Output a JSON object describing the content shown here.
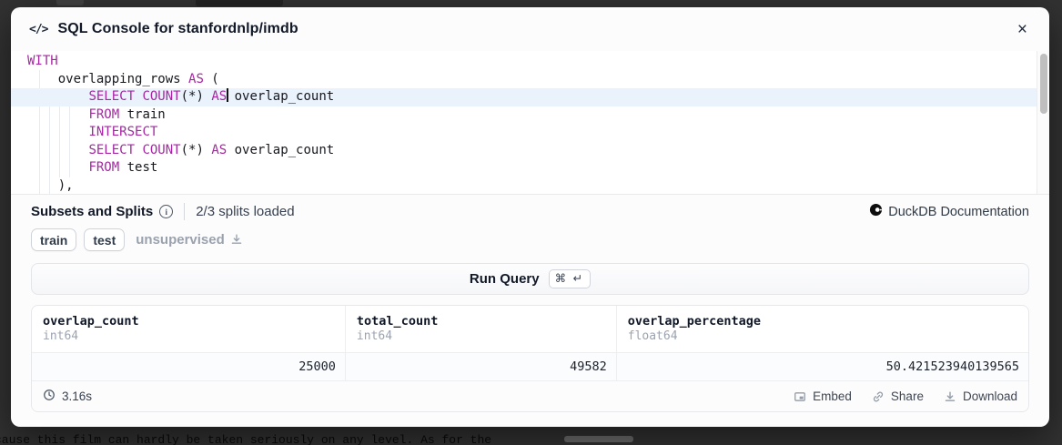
{
  "backdrop": {
    "bottom_text": "cause this film can hardly be taken seriously on any level. As for the"
  },
  "dialog": {
    "code_icon": "</>",
    "title": "SQL Console for stanfordnlp/imdb",
    "close": "×"
  },
  "editor": {
    "active_line_index": 2,
    "lines": [
      [
        {
          "k": "kw",
          "t": "WITH"
        }
      ],
      [
        {
          "k": "pl",
          "t": "    overlapping_rows "
        },
        {
          "k": "kw",
          "t": "AS"
        },
        {
          "k": "pl",
          "t": " ("
        }
      ],
      [
        {
          "k": "pl",
          "t": "        "
        },
        {
          "k": "kw",
          "t": "SELECT"
        },
        {
          "k": "pl",
          "t": " "
        },
        {
          "k": "kw",
          "t": "COUNT"
        },
        {
          "k": "pl",
          "t": "(*) "
        },
        {
          "k": "kw",
          "t": "AS"
        },
        {
          "k": "cur",
          "t": ""
        },
        {
          "k": "pl",
          "t": " overlap_count"
        }
      ],
      [
        {
          "k": "pl",
          "t": "        "
        },
        {
          "k": "kw",
          "t": "FROM"
        },
        {
          "k": "pl",
          "t": " train"
        }
      ],
      [
        {
          "k": "pl",
          "t": "        "
        },
        {
          "k": "kw",
          "t": "INTERSECT"
        }
      ],
      [
        {
          "k": "pl",
          "t": "        "
        },
        {
          "k": "kw",
          "t": "SELECT"
        },
        {
          "k": "pl",
          "t": " "
        },
        {
          "k": "kw",
          "t": "COUNT"
        },
        {
          "k": "pl",
          "t": "(*) "
        },
        {
          "k": "kw",
          "t": "AS"
        },
        {
          "k": "pl",
          "t": " overlap_count"
        }
      ],
      [
        {
          "k": "pl",
          "t": "        "
        },
        {
          "k": "kw",
          "t": "FROM"
        },
        {
          "k": "pl",
          "t": " test"
        }
      ],
      [
        {
          "k": "pl",
          "t": "    ),"
        }
      ]
    ]
  },
  "meta": {
    "heading": "Subsets and Splits",
    "info_icon": "i",
    "splits_loaded": "2/3 splits loaded",
    "doc_link": "DuckDB Documentation"
  },
  "splits": [
    {
      "label": "train",
      "state": "loaded"
    },
    {
      "label": "test",
      "state": "loaded"
    },
    {
      "label": "unsupervised",
      "state": "not-loaded",
      "icon": "download-icon"
    }
  ],
  "run": {
    "label": "Run Query",
    "keys": "⌘ ↵"
  },
  "results": {
    "columns": [
      {
        "name": "overlap_count",
        "type": "int64"
      },
      {
        "name": "total_count",
        "type": "int64"
      },
      {
        "name": "overlap_percentage",
        "type": "float64"
      }
    ],
    "rows": [
      [
        "25000",
        "49582",
        "50.421523940139565"
      ]
    ],
    "elapsed": "3.16s",
    "actions": [
      {
        "label": "Embed",
        "icon": "embed-icon"
      },
      {
        "label": "Share",
        "icon": "share-icon"
      },
      {
        "label": "Download",
        "icon": "download-icon"
      }
    ]
  }
}
